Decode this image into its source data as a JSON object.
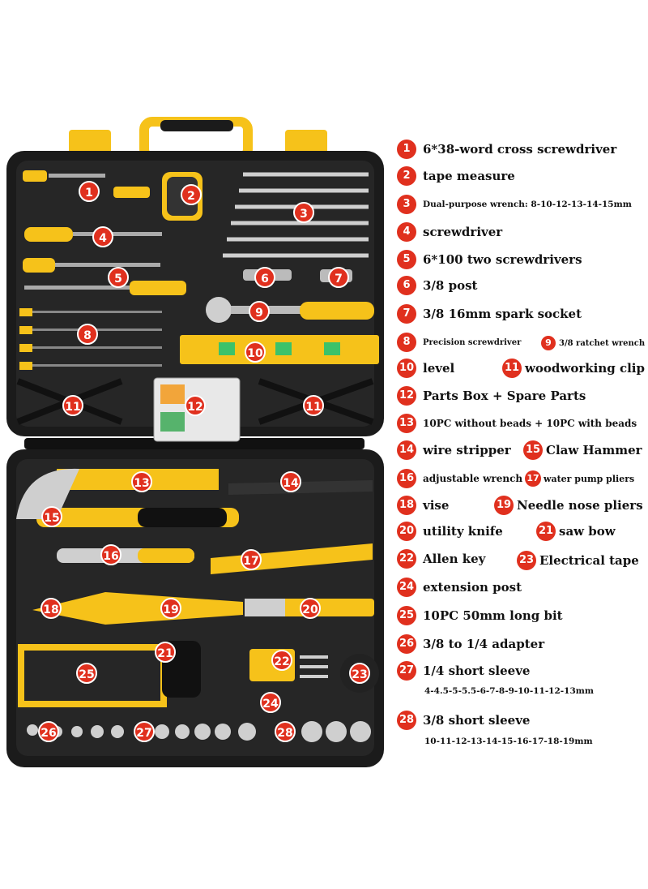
{
  "badges": [
    "1",
    "2",
    "3",
    "4",
    "5",
    "6",
    "7",
    "8",
    "9",
    "10",
    "11",
    "12",
    "13",
    "14",
    "15",
    "16",
    "17",
    "18",
    "19",
    "20",
    "21",
    "22",
    "23",
    "24",
    "25",
    "26",
    "27",
    "28"
  ],
  "legend": {
    "items": [
      {
        "n": "1",
        "text": "6*38-word cross screwdriver"
      },
      {
        "n": "2",
        "text": "tape measure"
      },
      {
        "n": "3",
        "text": "Dual-purpose wrench: 8-10-12-13-14-15mm"
      },
      {
        "n": "4",
        "text": "screwdriver"
      },
      {
        "n": "5",
        "text": "6*100 two screwdrivers"
      },
      {
        "n": "6",
        "text": "3/8 post"
      },
      {
        "n": "7",
        "text": "3/8 16mm spark socket"
      },
      {
        "n": "8",
        "text": "Precision screwdriver"
      },
      {
        "n": "9",
        "text": "3/8 ratchet wrench"
      },
      {
        "n": "10",
        "text": "level"
      },
      {
        "n": "11",
        "text": "woodworking clip"
      },
      {
        "n": "12",
        "text": "Parts Box + Spare Parts"
      },
      {
        "n": "13",
        "text": "10PC without beads + 10PC with beads"
      },
      {
        "n": "14",
        "text": "wire stripper"
      },
      {
        "n": "15",
        "text": "Claw Hammer"
      },
      {
        "n": "16",
        "text": "adjustable wrench"
      },
      {
        "n": "17",
        "text": "water pump pliers"
      },
      {
        "n": "18",
        "text": "vise"
      },
      {
        "n": "19",
        "text": "Needle nose pliers"
      },
      {
        "n": "20",
        "text": "utility knife"
      },
      {
        "n": "21",
        "text": "saw bow"
      },
      {
        "n": "22",
        "text": "Allen key"
      },
      {
        "n": "23",
        "text": "Electrical tape"
      },
      {
        "n": "24",
        "text": "extension post"
      },
      {
        "n": "25",
        "text": "10PC 50mm long bit"
      },
      {
        "n": "26",
        "text": "3/8 to 1/4 adapter"
      },
      {
        "n": "27",
        "text": "1/4 short sleeve"
      },
      {
        "n": "28",
        "text": "3/8 short sleeve"
      }
    ],
    "sizes_27": "4-4.5-5-5.5-6-7-8-9-10-11-12-13mm",
    "sizes_28": "10-11-12-13-14-15-16-17-18-19mm"
  },
  "colors": {
    "accent_yellow": "#f6c21a",
    "case_black": "#1b1b1b",
    "badge_red": "#e0301e"
  }
}
